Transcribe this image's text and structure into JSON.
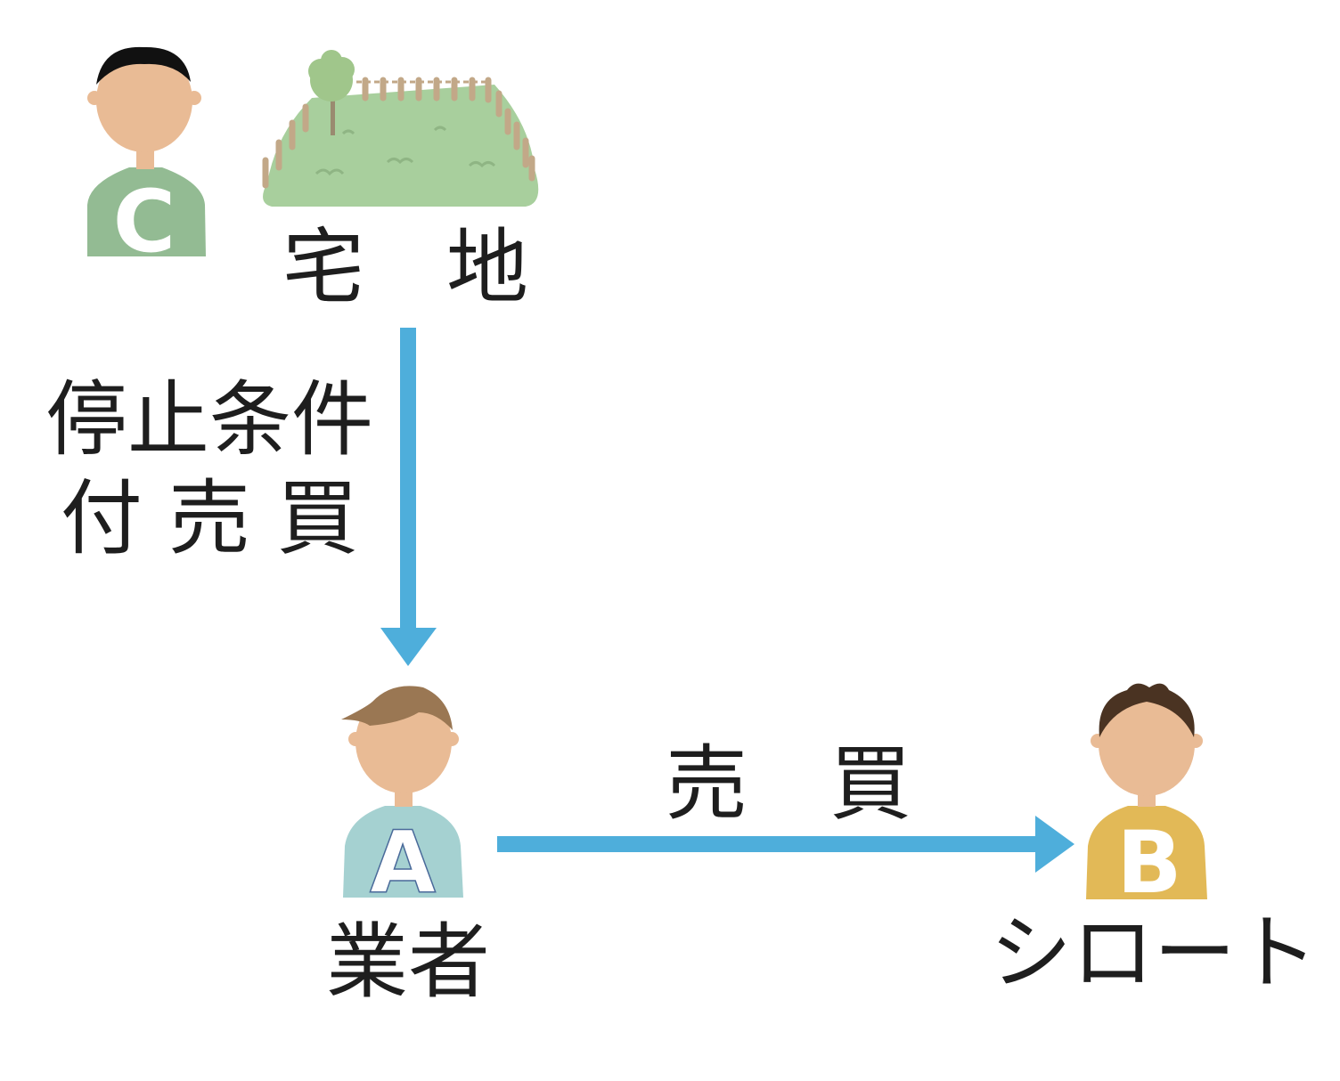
{
  "land": {
    "label": "宅　地"
  },
  "conditional_sale": {
    "line1": "停止条件",
    "line2": "付 売 買"
  },
  "sale": {
    "label": "売　買"
  },
  "persons": {
    "c": {
      "letter": "C",
      "shirt_color": "#93bb93",
      "hair_color": "#111111"
    },
    "a": {
      "letter": "A",
      "label": "業者",
      "shirt_color": "#a5d1d1",
      "hair_color": "#9a7753"
    },
    "b": {
      "letter": "B",
      "label": "シロート",
      "shirt_color": "#e2b957",
      "hair_color": "#4a3322"
    }
  },
  "colors": {
    "arrow": "#4eaedb",
    "skin": "#e9bb95",
    "grass": "#a8cf9d",
    "fence": "#c2a888"
  }
}
